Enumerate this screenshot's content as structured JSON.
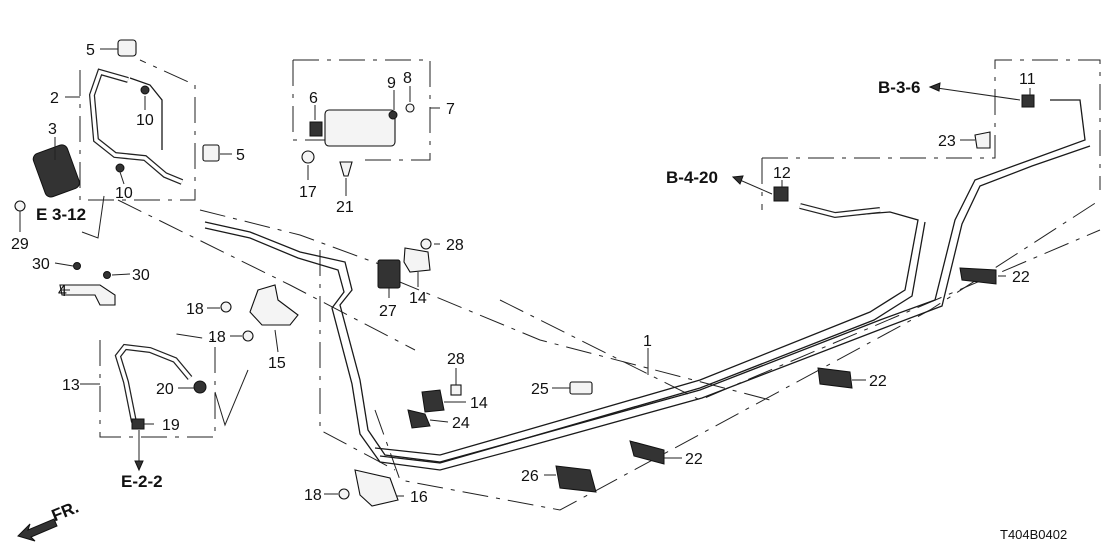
{
  "callouts": {
    "n1": "1",
    "n2": "2",
    "n3": "3",
    "n4": "4",
    "n5a": "5",
    "n5b": "5",
    "n6": "6",
    "n7": "7",
    "n8": "8",
    "n9": "9",
    "n10a": "10",
    "n10b": "10",
    "n11": "11",
    "n12": "12",
    "n13": "13",
    "n14a": "14",
    "n14b": "14",
    "n15": "15",
    "n16": "16",
    "n17": "17",
    "n18a": "18",
    "n18b": "18",
    "n18c": "18",
    "n19": "19",
    "n20": "20",
    "n21": "21",
    "n22a": "22",
    "n22b": "22",
    "n22c": "22",
    "n23": "23",
    "n24": "24",
    "n25": "25",
    "n26": "26",
    "n27": "27",
    "n28a": "28",
    "n28b": "28",
    "n29": "29",
    "n30a": "30",
    "n30b": "30"
  },
  "references": {
    "e312": "E 3-12",
    "b36": "B-3-6",
    "b420": "B-4-20",
    "e22": "E-2-2",
    "fr": "FR."
  },
  "diagram_code": "T404B0402"
}
